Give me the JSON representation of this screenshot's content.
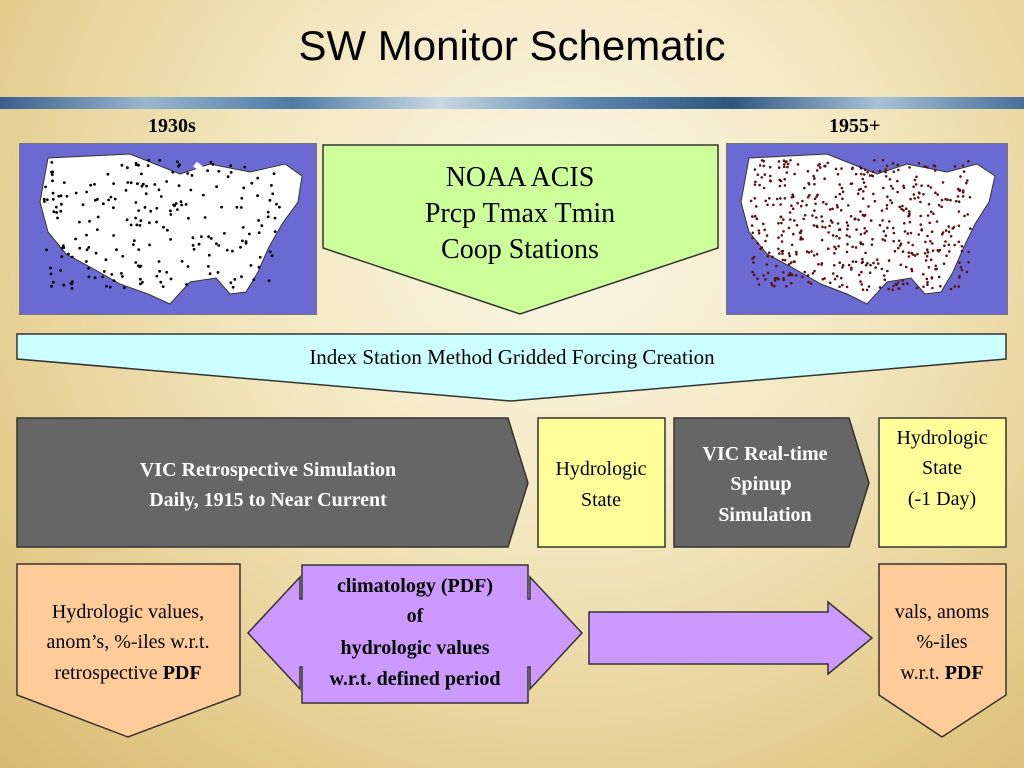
{
  "title": "SW Monitor Schematic",
  "maps": {
    "left_label": "1930s",
    "right_label": "1955+"
  },
  "noaa": {
    "line1": "NOAA ACIS",
    "line2": "Prcp Tmax Tmin",
    "line3": "Coop Stations"
  },
  "forcing": {
    "label": "Index Station Method Gridded Forcing Creation"
  },
  "vic_retro": {
    "line1": "VIC Retrospective Simulation",
    "line2": "Daily, 1915 to Near Current"
  },
  "hydro_state": {
    "line1": "Hydrologic",
    "line2": "State"
  },
  "vic_realtime": {
    "line1": "VIC Real-time",
    "line2": "Spinup",
    "line3": "Simulation"
  },
  "hydro_state_day": {
    "line1": "Hydrologic",
    "line2": "State",
    "line3": "(-1 Day)"
  },
  "left_box": {
    "line1": "Hydrologic values,",
    "line2": "anom’s, %-iles w.r.t.",
    "line3_pre": "retrospective ",
    "line3_bold": "PDF"
  },
  "climatology": {
    "line1": "climatology (PDF)",
    "line2": "of",
    "line3": "hydrologic values",
    "line4": "w.r.t. defined period"
  },
  "right_box": {
    "line1": "vals, anoms",
    "line2": "%-iles",
    "line3_pre": "w.r.t. ",
    "line3_bold": "PDF"
  },
  "colors": {
    "green_box": "#ccff99",
    "cyan_box": "#ccffff",
    "gray_box": "#666666",
    "yellow_box": "#ffff99",
    "orange_box": "#ffcc99",
    "purple_arrow": "#cc99ff",
    "map_water": "#6a6ad2"
  }
}
